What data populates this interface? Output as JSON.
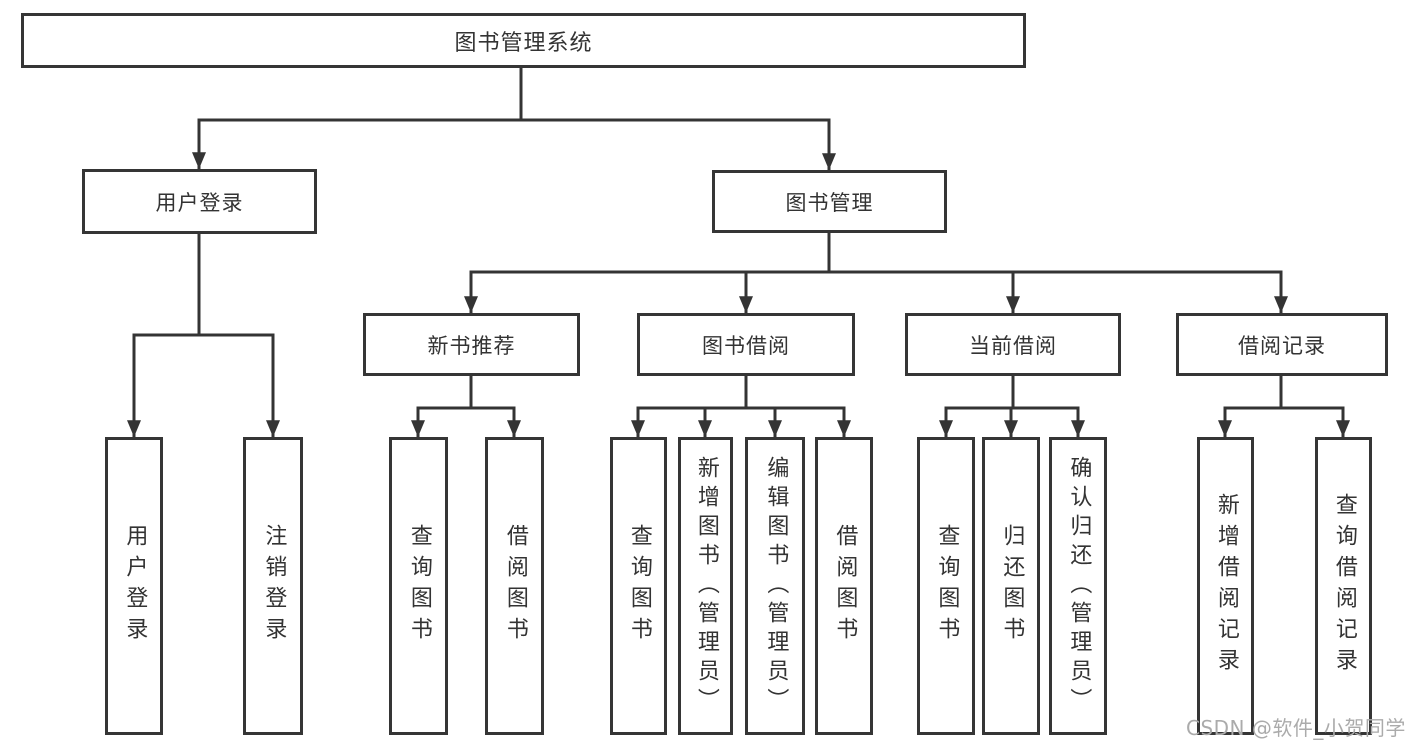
{
  "diagram": {
    "root": "图书管理系统",
    "level2": {
      "user_login": "用户登录",
      "book_mgmt": "图书管理"
    },
    "level3": {
      "new_book_rec": "新书推荐",
      "book_borrow": "图书借阅",
      "current_borrow": "当前借阅",
      "borrow_record": "借阅记录"
    },
    "leaves": {
      "login": "用户登录",
      "logout": "注销登录",
      "rec_query_book": "查询图书",
      "rec_borrow_book": "借阅图书",
      "bb_query_book": "查询图书",
      "bb_add_book": "新增图书（管理员）",
      "bb_edit_book": "编辑图书（管理员）",
      "bb_borrow_book": "借阅图书",
      "cb_query_book": "查询图书",
      "cb_return_book": "归还图书",
      "cb_confirm_return": "确认归还（管理员）",
      "br_add_record": "新增借阅记录",
      "br_query_record": "查询借阅记录"
    }
  },
  "watermark": "CSDN @软件_小贺同学",
  "colors": {
    "line": "#343434",
    "border": "#353535",
    "text": "#333333",
    "watermark": "#ababab",
    "background": "#ffffff"
  }
}
